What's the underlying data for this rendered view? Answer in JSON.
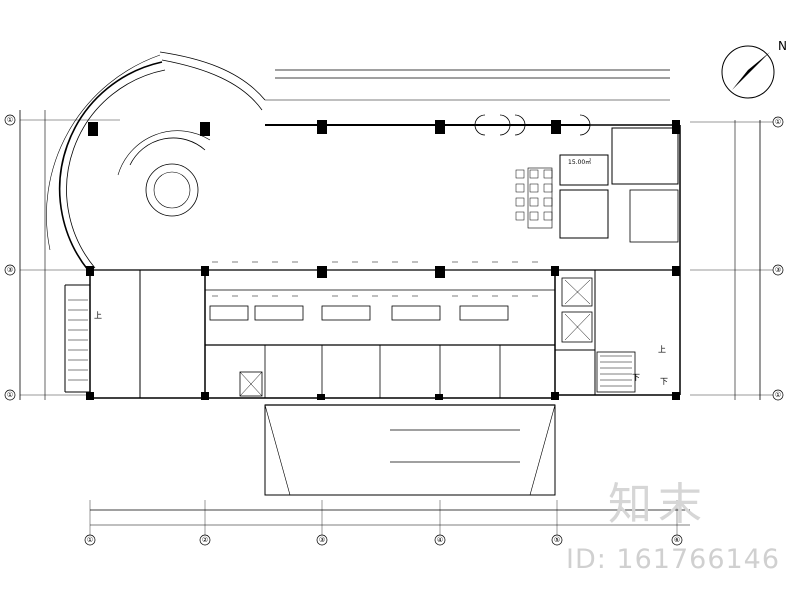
{
  "compass": {
    "north_label": "N"
  },
  "rooms": {
    "area_1": "15.00㎡"
  },
  "grid_axes": {
    "bottom": [
      "①",
      "②",
      "③",
      "④",
      "⑤",
      "⑥"
    ],
    "left": [
      "①",
      "③",
      "①"
    ],
    "right": [
      "①",
      "③",
      "①"
    ]
  },
  "stair_labels": [
    "上",
    "上",
    "下",
    "下"
  ],
  "watermark": {
    "logo_text": "知末",
    "id_text": "ID: 161766146"
  }
}
